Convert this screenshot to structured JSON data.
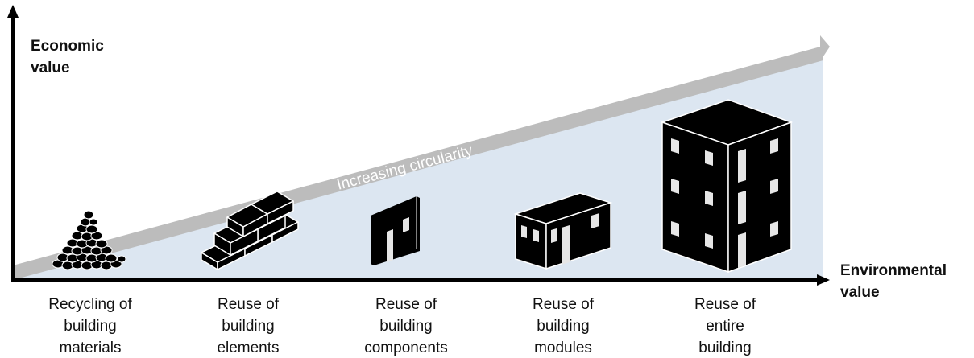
{
  "y_axis_label": "Economic\nvalue",
  "x_axis_label": "Environmental\nvalue",
  "band_label": "Increasing circularity",
  "categories": [
    {
      "label": "Recycling of\nbuilding\nmaterials",
      "icon": "rubble-pile-icon"
    },
    {
      "label": "Reuse of\nbuilding\nelements",
      "icon": "bricks-icon"
    },
    {
      "label": "Reuse of\nbuilding\ncomponents",
      "icon": "wall-panel-icon"
    },
    {
      "label": "Reuse of\nbuilding\nmodules",
      "icon": "building-module-icon"
    },
    {
      "label": "Reuse of\nentire\nbuilding",
      "icon": "building-icon"
    }
  ],
  "colors": {
    "area": "#dce6f1",
    "band": "#bcbcbc",
    "band_text": "#ffffff",
    "ink": "#000000",
    "window": "#e6e6e6"
  }
}
